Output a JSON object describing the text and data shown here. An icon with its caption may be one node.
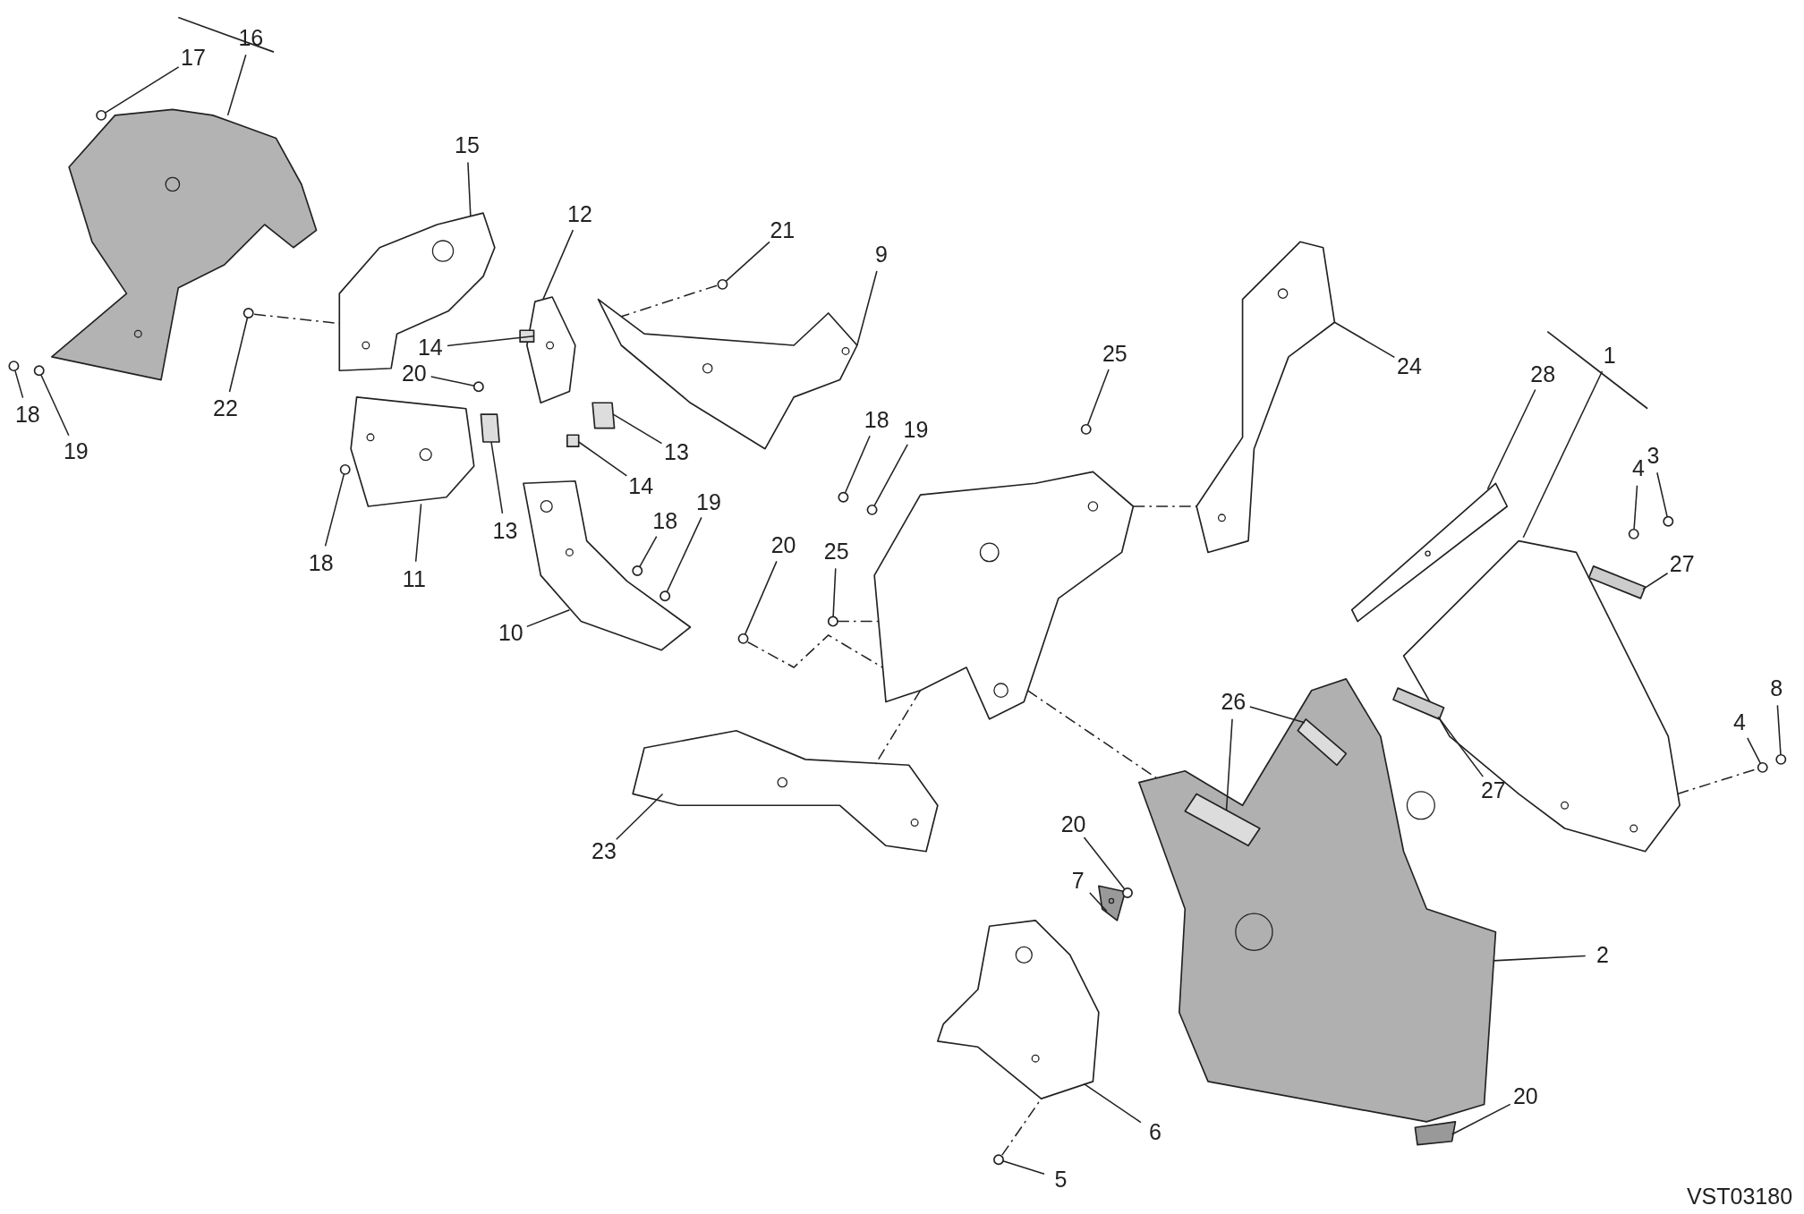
{
  "diagram": {
    "nodes": [
      {
        "text": [
          "16"
        ]
      },
      {
        "text": [
          "17"
        ]
      },
      {
        "text": [
          "15"
        ]
      },
      {
        "text": [
          "12"
        ]
      },
      {
        "text": [
          "21"
        ]
      },
      {
        "text": [
          "9"
        ]
      },
      {
        "text": [
          "18"
        ]
      },
      {
        "text": [
          "19"
        ]
      },
      {
        "text": [
          "22"
        ]
      },
      {
        "text": [
          "14"
        ]
      },
      {
        "text": [
          "20"
        ]
      },
      {
        "text": [
          "13"
        ]
      },
      {
        "text": [
          "14"
        ]
      },
      {
        "text": [
          "13"
        ]
      },
      {
        "text": [
          "18"
        ]
      },
      {
        "text": [
          "11"
        ]
      },
      {
        "text": [
          "10"
        ]
      },
      {
        "text": [
          "18"
        ]
      },
      {
        "text": [
          "19"
        ]
      },
      {
        "text": [
          "20"
        ]
      },
      {
        "text": [
          "25"
        ]
      },
      {
        "text": [
          "18"
        ]
      },
      {
        "text": [
          "19"
        ]
      },
      {
        "text": [
          "25"
        ]
      },
      {
        "text": [
          "24"
        ]
      },
      {
        "text": [
          "28"
        ]
      },
      {
        "text": [
          "1"
        ]
      },
      {
        "text": [
          "4"
        ]
      },
      {
        "text": [
          "3"
        ]
      },
      {
        "text": [
          "27"
        ]
      },
      {
        "text": [
          "26"
        ]
      },
      {
        "text": [
          "27"
        ]
      },
      {
        "text": [
          "4"
        ]
      },
      {
        "text": [
          "8"
        ]
      },
      {
        "text": [
          "23"
        ]
      },
      {
        "text": [
          "20"
        ]
      },
      {
        "text": [
          "7"
        ]
      },
      {
        "text": [
          "2"
        ]
      },
      {
        "text": [
          "20"
        ]
      },
      {
        "text": [
          "6"
        ]
      },
      {
        "text": [
          "5"
        ]
      },
      {
        "text": [],
        "shape": "picture"
      },
      {
        "text": [],
        "shape": "circle"
      },
      {
        "text": [],
        "shape": "picture"
      },
      {
        "text": [],
        "shape": "picture"
      },
      {
        "text": [],
        "shape": "circle"
      },
      {
        "text": [],
        "shape": "picture"
      },
      {
        "text": [],
        "shape": "circle"
      },
      {
        "text": [],
        "shape": "circle"
      },
      {
        "text": [],
        "shape": "circle"
      },
      {
        "text": [],
        "shape": "box"
      },
      {
        "text": [],
        "shape": "circle"
      },
      {
        "text": [],
        "shape": "box"
      },
      {
        "text": [],
        "shape": "box"
      },
      {
        "text": [],
        "shape": "box"
      },
      {
        "text": [],
        "shape": "circle"
      },
      {
        "text": [],
        "shape": "picture"
      },
      {
        "text": [],
        "shape": "picture"
      },
      {
        "text": [],
        "shape": "circle"
      },
      {
        "text": [],
        "shape": "circle"
      },
      {
        "text": [],
        "shape": "circle"
      },
      {
        "text": [],
        "shape": "circle"
      },
      {
        "text": [],
        "shape": "circle"
      },
      {
        "text": [],
        "shape": "circle"
      },
      {
        "text": [],
        "shape": "circle"
      },
      {
        "text": [],
        "shape": "picture"
      },
      {
        "text": [],
        "shape": "picture"
      },
      {
        "text": [],
        "shape": "picture"
      },
      {
        "text": [],
        "shape": "circle"
      },
      {
        "text": [],
        "shape": "circle"
      },
      {
        "text": [],
        "shape": "box"
      },
      {
        "text": [],
        "shape": "box",
        "in": 79
      },
      {
        "text": [],
        "shape": "box",
        "in": 79
      },
      {
        "text": [],
        "shape": "box"
      },
      {
        "text": [],
        "shape": "circle"
      },
      {
        "text": [],
        "shape": "circle"
      },
      {
        "text": [],
        "shape": "picture"
      },
      {
        "text": [],
        "shape": "circle"
      },
      {
        "text": [],
        "shape": "picture"
      },
      {
        "text": [],
        "shape": "picture"
      },
      {
        "text": [],
        "shape": "box"
      },
      {
        "text": [],
        "shape": "picture"
      },
      {
        "text": [],
        "shape": "circle"
      },
      {
        "text": [],
        "shape": "picture"
      }
    ],
    "edges": [
      {
        "from": 0,
        "to": 41,
        "arrow": "none"
      },
      {
        "from": 1,
        "to": 42,
        "arrow": "none"
      },
      {
        "from": 2,
        "to": 43,
        "arrow": "none"
      },
      {
        "from": 3,
        "to": 44,
        "arrow": "none"
      },
      {
        "from": 4,
        "to": 45,
        "arrow": "none"
      },
      {
        "from": 5,
        "to": 46,
        "arrow": "none"
      },
      {
        "from": 6,
        "to": 47,
        "arrow": "none"
      },
      {
        "from": 7,
        "to": 48,
        "arrow": "none"
      },
      {
        "from": 8,
        "to": 49,
        "arrow": "none"
      },
      {
        "from": 9,
        "to": 50,
        "arrow": "none"
      },
      {
        "from": 10,
        "to": 51,
        "arrow": "none"
      },
      {
        "from": 11,
        "to": 52,
        "arrow": "none"
      },
      {
        "from": 12,
        "to": 53,
        "arrow": "none"
      },
      {
        "from": 13,
        "to": 54,
        "arrow": "none"
      },
      {
        "from": 14,
        "to": 55,
        "arrow": "none"
      },
      {
        "from": 15,
        "to": 56,
        "arrow": "none"
      },
      {
        "from": 16,
        "to": 57,
        "arrow": "none"
      },
      {
        "from": 17,
        "to": 58,
        "arrow": "none"
      },
      {
        "from": 18,
        "to": 59,
        "arrow": "none"
      },
      {
        "from": 19,
        "to": 60,
        "arrow": "none"
      },
      {
        "from": 20,
        "to": 61,
        "arrow": "none"
      },
      {
        "from": 21,
        "to": 62,
        "arrow": "none"
      },
      {
        "from": 22,
        "to": 63,
        "arrow": "none"
      },
      {
        "from": 23,
        "to": 64,
        "arrow": "none"
      },
      {
        "from": 24,
        "to": 65,
        "arrow": "none"
      },
      {
        "from": 25,
        "to": 66,
        "arrow": "none"
      },
      {
        "from": 26,
        "to": 67,
        "arrow": "none"
      },
      {
        "from": 27,
        "to": 68,
        "arrow": "none"
      },
      {
        "from": 28,
        "to": 69,
        "arrow": "none"
      },
      {
        "from": 29,
        "to": 70,
        "arrow": "none"
      },
      {
        "from": 30,
        "to": 71,
        "arrow": "none"
      },
      {
        "from": 30,
        "to": 72,
        "arrow": "none"
      },
      {
        "from": 31,
        "to": 73,
        "arrow": "none"
      },
      {
        "from": 32,
        "to": 74,
        "arrow": "none"
      },
      {
        "from": 33,
        "to": 75,
        "arrow": "none"
      },
      {
        "from": 34,
        "to": 76,
        "arrow": "none"
      },
      {
        "from": 35,
        "to": 77,
        "arrow": "none"
      },
      {
        "from": 36,
        "to": 78,
        "arrow": "none"
      },
      {
        "from": 37,
        "to": 79,
        "arrow": "none"
      },
      {
        "from": 38,
        "to": 80,
        "arrow": "none"
      },
      {
        "from": 39,
        "to": 81,
        "arrow": "none"
      },
      {
        "from": 40,
        "to": 82,
        "arrow": "none"
      },
      {
        "from": 49,
        "to": 43,
        "arrow": "none",
        "style": "dashed"
      },
      {
        "from": 45,
        "to": 46,
        "arrow": "none",
        "style": "dashed"
      },
      {
        "from": 60,
        "to": 83,
        "arrow": "none",
        "style": "dashed"
      },
      {
        "from": 61,
        "to": 83,
        "arrow": "none",
        "style": "dashed"
      },
      {
        "from": 83,
        "to": 79,
        "arrow": "none",
        "style": "dashed"
      },
      {
        "from": 83,
        "to": 65,
        "arrow": "none",
        "style": "dashed"
      },
      {
        "from": 67,
        "to": 74,
        "arrow": "none",
        "style": "dashed"
      },
      {
        "from": 82,
        "to": 81,
        "arrow": "none",
        "style": "dashed"
      },
      {
        "from": 83,
        "to": 76,
        "arrow": "none",
        "style": "dashed"
      }
    ],
    "labels": [
      "VST03180"
    ]
  }
}
